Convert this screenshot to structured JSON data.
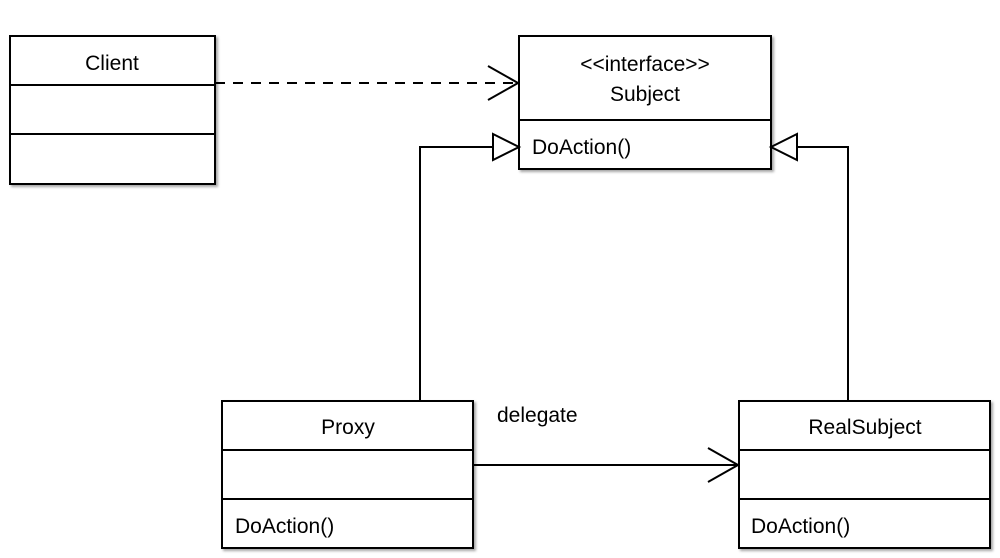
{
  "classes": {
    "client": {
      "name": "Client",
      "attributes": [],
      "operations": []
    },
    "subject": {
      "stereotype": "<<interface>>",
      "name": "Subject",
      "operations": [
        "DoAction()"
      ]
    },
    "proxy": {
      "name": "Proxy",
      "attributes": [],
      "operations": [
        "DoAction()"
      ]
    },
    "real_subject": {
      "name": "RealSubject",
      "attributes": [],
      "operations": [
        "DoAction()"
      ]
    }
  },
  "relations": {
    "client_to_subject": {
      "type": "dependency",
      "from": "Client",
      "to": "Subject"
    },
    "proxy_to_subject": {
      "type": "realization",
      "from": "Proxy",
      "to": "Subject"
    },
    "real_subject_to_subject": {
      "type": "realization",
      "from": "RealSubject",
      "to": "Subject"
    },
    "proxy_to_real_subject": {
      "type": "association",
      "from": "Proxy",
      "to": "RealSubject",
      "label": "delegate"
    }
  },
  "colors": {
    "stroke": "#000000",
    "fill": "#ffffff",
    "text": "#000000"
  }
}
